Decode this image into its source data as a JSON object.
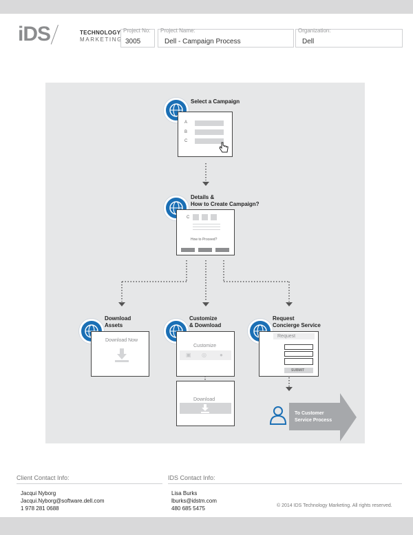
{
  "logo": {
    "brand": "iDS",
    "line1": "TECHNOLOGY",
    "line2": "MARKETING"
  },
  "project": {
    "number_label": "Project No:",
    "number": "3005",
    "name_label": "Project Name:",
    "name": "Dell - Campaign Process",
    "org_label": "Organization:",
    "org": "Dell"
  },
  "steps": {
    "select": {
      "title": "Select a Campaign",
      "options": [
        "A",
        "B",
        "C"
      ]
    },
    "details": {
      "title1": "Details &",
      "title2": "How to Create Campaign?",
      "tab": "C",
      "prompt": "How to Proceed?"
    },
    "download": {
      "title1": "Download",
      "title2": "Assets",
      "screen": "Download Now"
    },
    "customize": {
      "title1": "Customize",
      "title2": "& Download",
      "screen": "Customize",
      "next_screen": "Download"
    },
    "concierge": {
      "title1": "Request",
      "title2": "Concierge Service",
      "screen": "Request",
      "submit": "SUBMIT"
    }
  },
  "customer_service": {
    "line1": "To Customer",
    "line2": "Service Process"
  },
  "colors": {
    "accent_blue": "#1a6fb5",
    "arrow_gray": "#a6a8ab",
    "panel_bg": "#e6e7e8"
  },
  "footer": {
    "client_heading": "Client Contact Info:",
    "client": [
      "Jacqui Nyborg",
      "Jacqui.Nyborg@software.dell.com",
      "1 978 281 0688"
    ],
    "ids_heading": "IDS Contact Info:",
    "ids": [
      "Lisa Burks",
      "lburks@idstm.com",
      "480 685 5475"
    ],
    "copyright": "© 2014 IDS Technology Marketing. All rights reserved."
  }
}
